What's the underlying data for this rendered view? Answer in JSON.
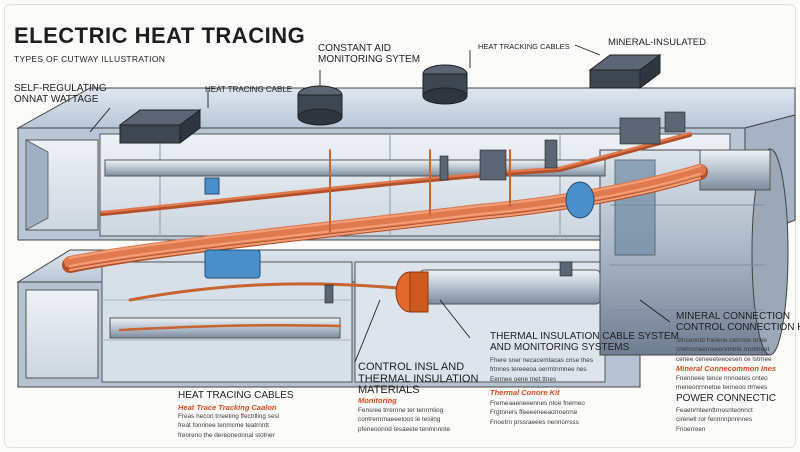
{
  "title": "ELECTRIC HEAT TRACING",
  "subtitle": "TYPES OF CUTWAY ILLUSTRATION",
  "labels": {
    "self_regulating": [
      "SELF-REGULATING",
      "ONNAT WATTAGE"
    ],
    "heat_tracing_cable": "HEAT TRACING CABLE",
    "constant_monitoring": [
      "CONSTANT AID",
      "MONITORING SYTEM"
    ],
    "heat_tracing_cables_top": "HEAT TRACKING CABLES",
    "mineral_insulated": "MINERAL-INSULATED",
    "control_insulation": [
      "CONTROL INSL AND",
      "THERMAL INSULATION",
      "MATERIALS"
    ],
    "thermal_cable_system": [
      "THERMAL INSULATION CABLE SYSTEM",
      "AND MONITORING SYSTEMS"
    ],
    "mineral_connection": [
      "MINERAL CONNECTION",
      "CONTROL CONNECTION KITS"
    ],
    "power_connection": "POWER CONNECTIC",
    "heat_tracing_cables_bottom": "HEAT TRACING CABLES"
  },
  "red_notes": {
    "bottom_left": "Heat Trace Tracking Caalon",
    "control": "Monitoring",
    "thermal": "Thermal Conore Kit",
    "mineral": "Mineral Connecommon Ines"
  },
  "paragraphs": {
    "bottom_left": [
      "Freas hecon trreeting ffectrlling sesl",
      "freat fonrinee tenmcme teatrnntt",
      "freoreno the dereoneonnal stotner"
    ],
    "control": [
      "Fensree trrernne ter tenrrnliog",
      "contrernrnaeeetoos ie tesiing",
      "pfeneoonnd tesaeete tenmnnnte"
    ],
    "thermal_1": [
      "Fhere sner necacemtacas cnse thes",
      "frtnnes tereeeoa oerrntnmnee nes",
      "Eennee oene tnet ttnes"
    ],
    "thermal_2": [
      "Fremeaaeneeennes ntoe fnerneo",
      "Frgtnners ffeeeeneeaorroerrne",
      "Fnoetrn prssraeees nennorrsss"
    ],
    "mineral_1": [
      "Stncenotd fnelene cerrnoe nnee",
      "cnetnoneerneeennnnte rrnnnreet",
      "cenee ceneeeteecesen ce lstrnee"
    ],
    "mineral_2": [
      "Fnenneee tence nnnoetes cnteo",
      "meneonrnnetoe tenneoo rtrnees"
    ],
    "power": [
      "Feaenrnteenttrnosnteonnct",
      "cirenetl ror fennnnpnnnnes",
      "Fnoerreen"
    ]
  },
  "colors": {
    "cable": "#e07a4e",
    "cable_dark": "#b2502a",
    "duct": "#c8d4e2",
    "duct_dark": "#7d8ea3",
    "insulation": "#4a8fc9",
    "collar": "#e2692b",
    "ink": "#1e1e1e"
  },
  "icons": [
    "junction-box-icon",
    "cable-gland-icon"
  ]
}
